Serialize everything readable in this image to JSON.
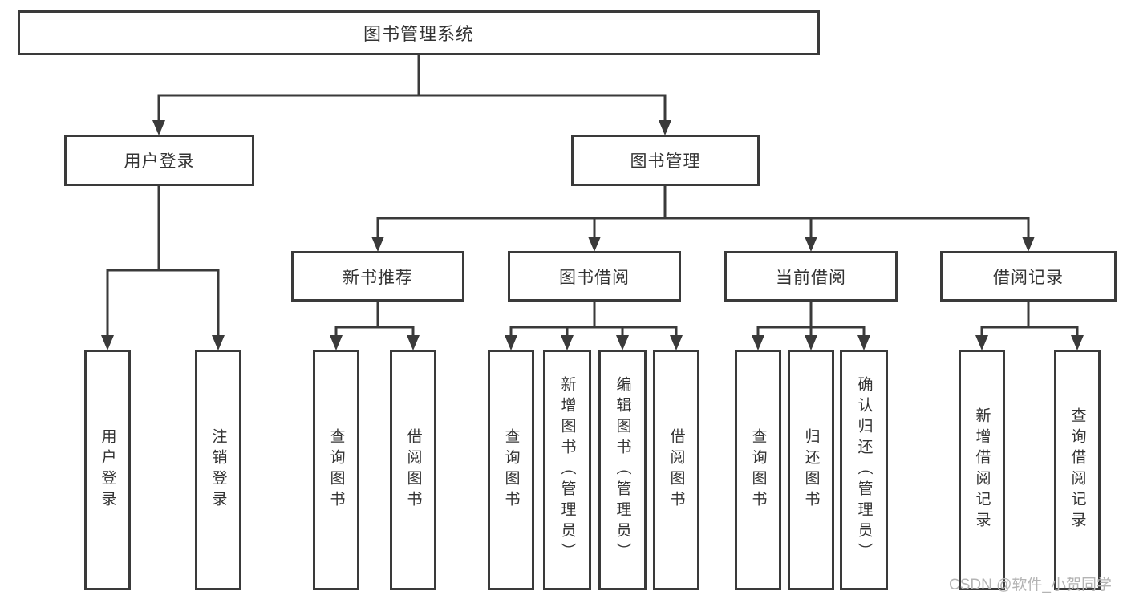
{
  "diagram": {
    "title": "图书管理系统",
    "root": {
      "label": "图书管理系统"
    },
    "level2": [
      {
        "label": "用户登录",
        "parent": "图书管理系统"
      },
      {
        "label": "图书管理",
        "parent": "图书管理系统"
      }
    ],
    "level3": [
      {
        "label": "新书推荐",
        "parent": "图书管理"
      },
      {
        "label": "图书借阅",
        "parent": "图书管理"
      },
      {
        "label": "当前借阅",
        "parent": "图书管理"
      },
      {
        "label": "借阅记录",
        "parent": "图书管理"
      }
    ],
    "leaves": [
      {
        "label": "用户登录",
        "parent": "用户登录"
      },
      {
        "label": "注销登录",
        "parent": "用户登录"
      },
      {
        "label": "查询图书",
        "parent": "新书推荐"
      },
      {
        "label": "借阅图书",
        "parent": "新书推荐"
      },
      {
        "label": "查询图书",
        "parent": "图书借阅"
      },
      {
        "label": "新增图书（管理员）",
        "parent": "图书借阅"
      },
      {
        "label": "编辑图书（管理员）",
        "parent": "图书借阅"
      },
      {
        "label": "借阅图书",
        "parent": "图书借阅"
      },
      {
        "label": "查询图书",
        "parent": "当前借阅"
      },
      {
        "label": "归还图书",
        "parent": "当前借阅"
      },
      {
        "label": "确认归还（管理员）",
        "parent": "当前借阅"
      },
      {
        "label": "新增借阅记录",
        "parent": "借阅记录"
      },
      {
        "label": "查询借阅记录",
        "parent": "借阅记录"
      }
    ]
  },
  "watermark": {
    "text": "CSDN @软件_小贺同学"
  },
  "colors": {
    "line": "#3a3a3a",
    "text": "#333333",
    "watermark": "#b4b4b4",
    "background": "#ffffff"
  }
}
